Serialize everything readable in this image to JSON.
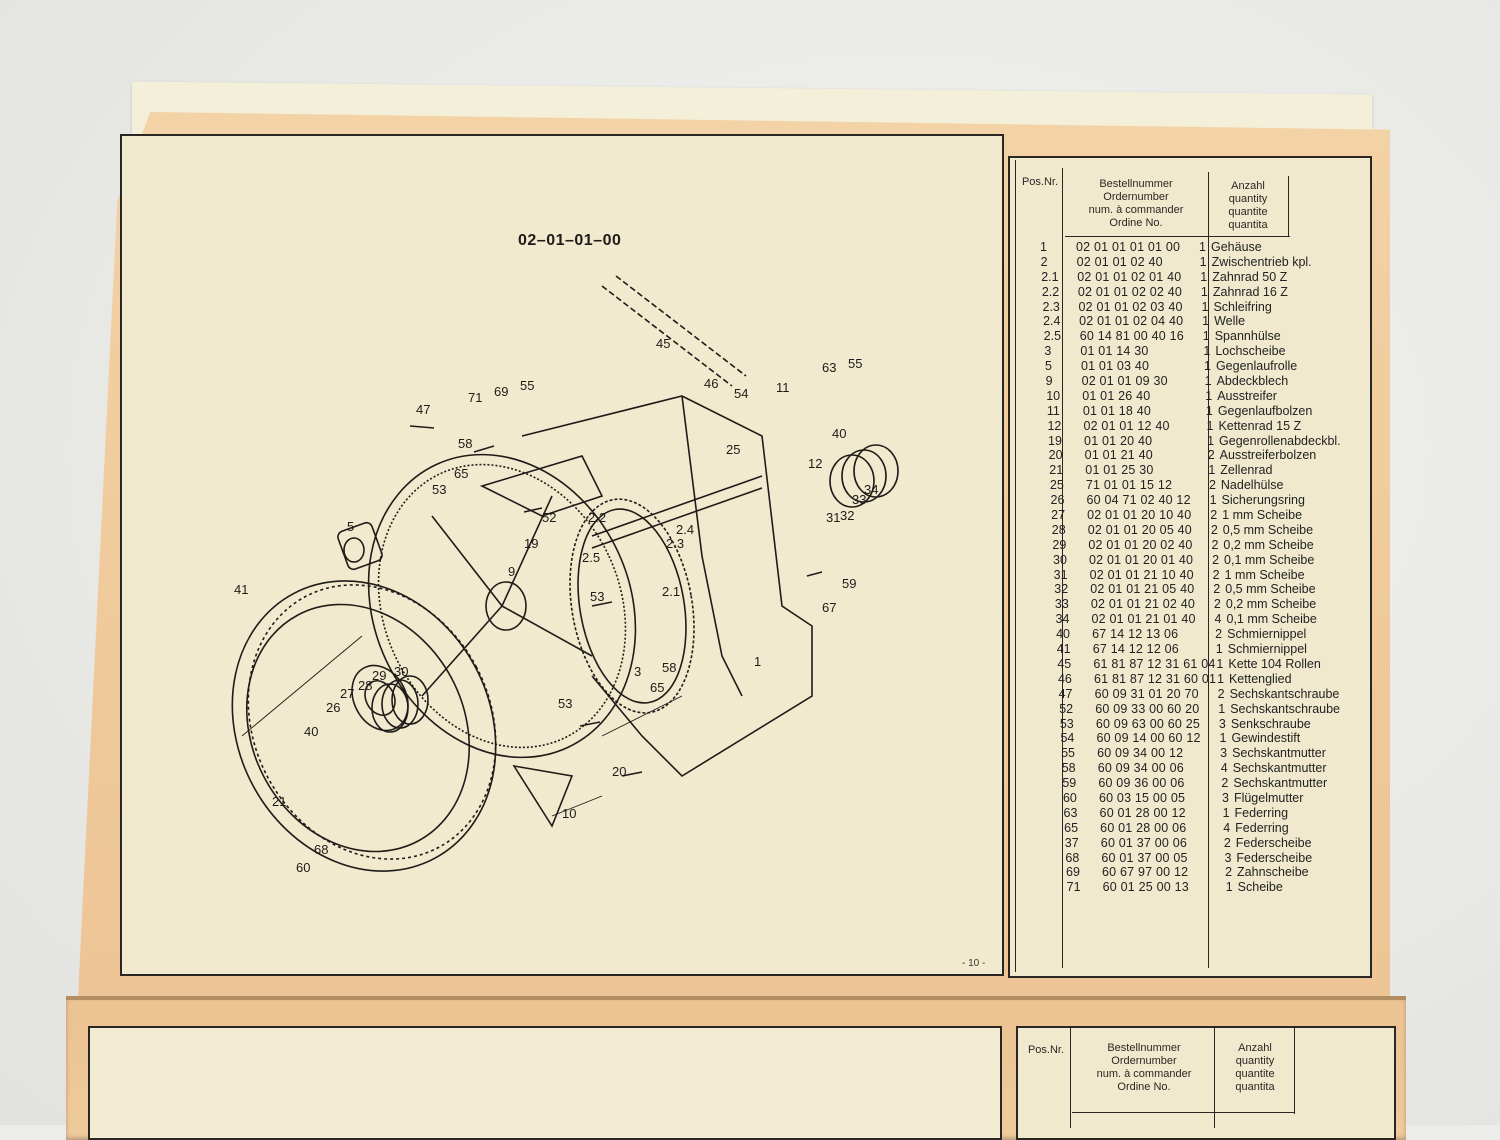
{
  "drawing": {
    "title": "02–01–01–00",
    "page_number": "- 10 -",
    "callouts": [
      "45",
      "46",
      "54",
      "11",
      "63",
      "55",
      "47",
      "71",
      "69",
      "55",
      "58",
      "65",
      "53",
      "52",
      "19",
      "5",
      "2.2",
      "2.4",
      "2.3",
      "2.5",
      "9",
      "25",
      "12",
      "40",
      "31",
      "32",
      "33",
      "34",
      "53",
      "2.1",
      "59",
      "67",
      "41",
      "1",
      "3",
      "58",
      "65",
      "53",
      "26",
      "27",
      "28",
      "29",
      "30",
      "40",
      "21",
      "20",
      "10",
      "68",
      "60"
    ]
  },
  "table_header": {
    "pos": "Pos.Nr.",
    "order": [
      "Bestellnummer",
      "Ordernumber",
      "num. à commander",
      "Ordine No."
    ],
    "qty": [
      "Anzahl",
      "quantity",
      "quantite",
      "quantita"
    ]
  },
  "parts": [
    {
      "pos": "1",
      "order": "02 01 01 01 01 00",
      "qty": "1",
      "desc": "Gehäuse"
    },
    {
      "pos": "2",
      "order": "02 01 01 02 40",
      "qty": "1",
      "desc": "Zwischentrieb kpl."
    },
    {
      "pos": "2.1",
      "order": "02 01 01 02 01 40",
      "qty": "1",
      "desc": "Zahnrad 50 Z"
    },
    {
      "pos": "2.2",
      "order": "02 01 01 02 02 40",
      "qty": "1",
      "desc": "Zahnrad 16 Z"
    },
    {
      "pos": "2.3",
      "order": "02 01 01 02 03 40",
      "qty": "1",
      "desc": "Schleifring"
    },
    {
      "pos": "2.4",
      "order": "02 01 01 02 04 40",
      "qty": "1",
      "desc": "Welle"
    },
    {
      "pos": "2.5",
      "order": "60 14 81 00 40 16",
      "qty": "1",
      "desc": "Spannhülse"
    },
    {
      "pos": "3",
      "order": "01 01 14 30",
      "qty": "1",
      "desc": "Lochscheibe"
    },
    {
      "pos": "5",
      "order": "01 01 03 40",
      "qty": "1",
      "desc": "Gegenlaufrolle"
    },
    {
      "pos": "9",
      "order": "02 01 01 09 30",
      "qty": "1",
      "desc": "Abdeckblech"
    },
    {
      "pos": "10",
      "order": "01 01 26 40",
      "qty": "1",
      "desc": "Ausstreifer"
    },
    {
      "pos": "11",
      "order": "01 01 18 40",
      "qty": "1",
      "desc": "Gegenlaufbolzen"
    },
    {
      "pos": "12",
      "order": "02 01 01 12 40",
      "qty": "1",
      "desc": "Kettenrad 15 Z"
    },
    {
      "pos": "19",
      "order": "01 01 20 40",
      "qty": "1",
      "desc": "Gegenrollenabdeckbl."
    },
    {
      "pos": "20",
      "order": "01 01 21 40",
      "qty": "2",
      "desc": "Ausstreiferbolzen"
    },
    {
      "pos": "21",
      "order": "01 01 25 30",
      "qty": "1",
      "desc": "Zellenrad"
    },
    {
      "pos": "25",
      "order": "71 01 01 15 12",
      "qty": "2",
      "desc": "Nadelhülse"
    },
    {
      "pos": "26",
      "order": "60 04 71 02 40 12",
      "qty": "1",
      "desc": "Sicherungsring"
    },
    {
      "pos": "27",
      "order": "02 01 01 20 10 40",
      "qty": "2",
      "desc": "1   mm Scheibe"
    },
    {
      "pos": "28",
      "order": "02 01 01 20 05 40",
      "qty": "2",
      "desc": "0,5 mm Scheibe"
    },
    {
      "pos": "29",
      "order": "02 01 01 20 02 40",
      "qty": "2",
      "desc": "0,2 mm Scheibe"
    },
    {
      "pos": "30",
      "order": "02 01 01 20 01 40",
      "qty": "2",
      "desc": "0,1 mm Scheibe"
    },
    {
      "pos": "31",
      "order": "02 01 01 21 10 40",
      "qty": "2",
      "desc": "1   mm Scheibe"
    },
    {
      "pos": "32",
      "order": "02 01 01 21 05 40",
      "qty": "2",
      "desc": "0,5 mm Scheibe"
    },
    {
      "pos": "33",
      "order": "02 01 01 21 02 40",
      "qty": "2",
      "desc": "0,2 mm Scheibe"
    },
    {
      "pos": "34",
      "order": "02 01 01 21 01 40",
      "qty": "4",
      "desc": "0,1 mm Scheibe"
    },
    {
      "pos": "40",
      "order": "67 14 12 13 06",
      "qty": "2",
      "desc": "Schmiernippel"
    },
    {
      "pos": "41",
      "order": "67 14 12 12 06",
      "qty": "1",
      "desc": "Schmiernippel"
    },
    {
      "pos": "45",
      "order": "61 81 87 12 31 61 04",
      "qty": "1",
      "desc": "Kette 104 Rollen"
    },
    {
      "pos": "46",
      "order": "61 81 87 12 31 60 01",
      "qty": "1",
      "desc": "Kettenglied"
    },
    {
      "pos": "47",
      "order": "60 09 31 01 20 70",
      "qty": "2",
      "desc": "Sechskantschraube"
    },
    {
      "pos": "52",
      "order": "60 09 33 00 60 20",
      "qty": "1",
      "desc": "Sechskantschraube"
    },
    {
      "pos": "53",
      "order": "60 09 63 00 60 25",
      "qty": "3",
      "desc": "Senkschraube"
    },
    {
      "pos": "54",
      "order": "60 09 14 00 60 12",
      "qty": "1",
      "desc": "Gewindestift"
    },
    {
      "pos": "55",
      "order": "60 09 34 00 12",
      "qty": "3",
      "desc": "Sechskantmutter"
    },
    {
      "pos": "58",
      "order": "60 09 34 00 06",
      "qty": "4",
      "desc": "Sechskantmutter"
    },
    {
      "pos": "59",
      "order": "60 09 36 00 06",
      "qty": "2",
      "desc": "Sechskantmutter"
    },
    {
      "pos": "60",
      "order": "60 03 15 00 05",
      "qty": "3",
      "desc": "Flügelmutter"
    },
    {
      "pos": "63",
      "order": "60 01 28 00 12",
      "qty": "1",
      "desc": "Federring"
    },
    {
      "pos": "65",
      "order": "60 01 28 00 06",
      "qty": "4",
      "desc": "Federring"
    },
    {
      "pos": "37",
      "order": "60 01 37 00 06",
      "qty": "2",
      "desc": "Federscheibe"
    },
    {
      "pos": "68",
      "order": "60 01 37 00 05",
      "qty": "3",
      "desc": "Federscheibe"
    },
    {
      "pos": "69",
      "order": "60 67 97 00 12",
      "qty": "2",
      "desc": "Zahnscheibe"
    },
    {
      "pos": "71",
      "order": "60 01 25 00 13",
      "qty": "1",
      "desc": "Scheibe"
    }
  ],
  "next_page_header": {
    "pos": "Pos.Nr.",
    "order": [
      "Bestellnummer",
      "Ordernumber",
      "num. à commander",
      "Ordine No."
    ],
    "qty": [
      "Anzahl",
      "quantity",
      "quantite",
      "quantita"
    ]
  }
}
